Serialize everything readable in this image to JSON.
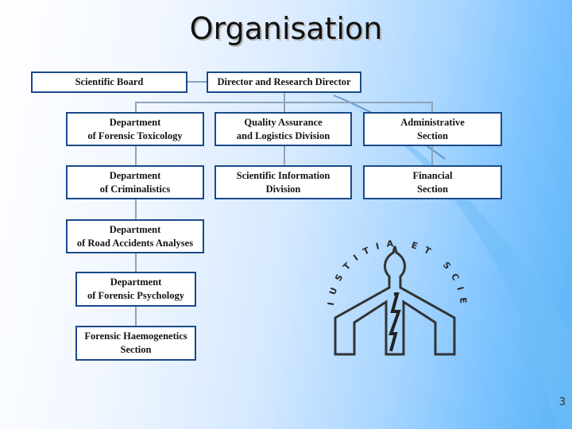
{
  "title": "Organisation",
  "top_row": {
    "board": "Scientific Board",
    "director": "Director and Research Director"
  },
  "departments": {
    "toxicology": "Department\nof Forensic Toxicology",
    "quality": "Quality Assurance\nand Logistics Division",
    "administrative": "Administrative\nSection",
    "criminalistics": "Department\nof Criminalistics",
    "information": "Scientific Information\nDivision",
    "financial": "Financial\nSection",
    "road_accidents": "Department\nof Road Accidents Analyses",
    "psychology": "Department\nof Forensic Psychology",
    "haemogenetics": "Forensic Haemogenetics\nSection"
  },
  "logo": {
    "motto": "IUSTITIA ET SCIENTIA"
  },
  "page_number": "3"
}
